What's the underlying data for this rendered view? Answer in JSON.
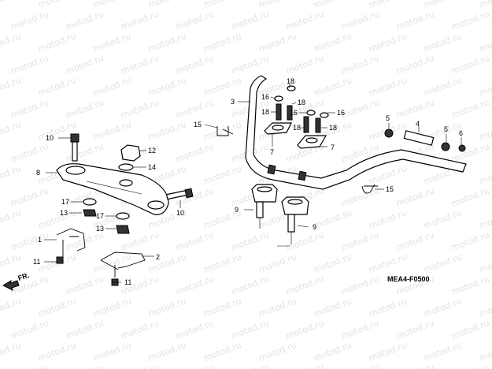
{
  "watermark": "motod.ru",
  "diagram_code": "MEA4-F0500",
  "fr_label": "FR.",
  "callouts": {
    "c1": "1",
    "c2": "2",
    "c3": "3",
    "c4": "4",
    "c5a": "5",
    "c5b": "5",
    "c6": "6",
    "c7a": "7",
    "c7b": "7",
    "c8": "8",
    "c9a": "9",
    "c9b": "9",
    "c10a": "10",
    "c10b": "10",
    "c11a": "11",
    "c11b": "11",
    "c12": "12",
    "c13a": "13",
    "c13b": "13",
    "c14": "14",
    "c15a": "15",
    "c15b": "15",
    "c16a": "16",
    "c16b": "16",
    "c16c": "16",
    "c17a": "17",
    "c17b": "17",
    "c18a": "18",
    "c18b": "18",
    "c18c": "18",
    "c18d": "18",
    "c18e": "18"
  }
}
